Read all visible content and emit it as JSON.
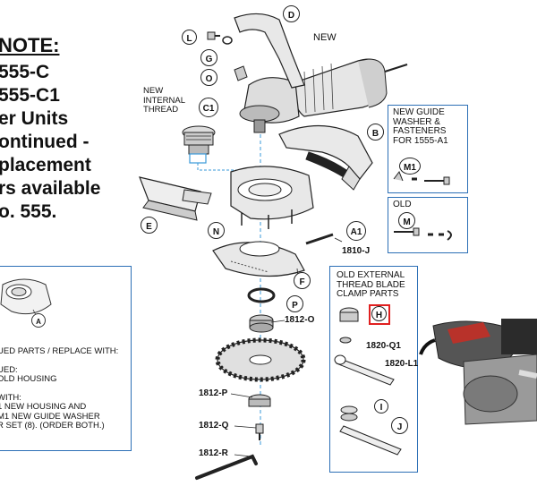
{
  "note": {
    "title": "NOTE:",
    "lines": [
      "555-C",
      "555-C1",
      "er Units",
      "ontinued -",
      "placement",
      "rs available",
      "o. 555."
    ]
  },
  "callouts": {
    "D": "D",
    "L": "L",
    "G": "G",
    "O": "O",
    "C1": "C1",
    "B": "B",
    "M1": "M1",
    "M": "M",
    "E": "E",
    "N": "N",
    "A1": "A1",
    "F": "F",
    "P": "P",
    "H": "H",
    "I": "I",
    "J": "J",
    "A": "A"
  },
  "labels": {
    "new_top": "NEW",
    "new_internal_thread": [
      "NEW",
      "INTERNAL",
      "THREAD"
    ],
    "part_1810J": "1810-J",
    "part_1812O": "1812-O",
    "part_1812P": "1812-P",
    "part_1812Q": "1812-Q",
    "part_1812R": "1812-R",
    "part_1820Q1": "1820-Q1",
    "part_1820L1": "1820-L1"
  },
  "guide_box": {
    "lines": [
      "NEW GUIDE",
      "WASHER &",
      "FASTENERS",
      "FOR 1555-A1"
    ]
  },
  "old_box": {
    "title": "OLD"
  },
  "old_external_box": {
    "lines": [
      "OLD EXTERNAL",
      "THREAD BLADE",
      "CLAMP PARTS"
    ]
  },
  "left_box": {
    "lines": [
      "UED PARTS / REPLACE WITH:",
      "",
      "UED:",
      "OLD HOUSING",
      "",
      "WITH:",
      "1 NEW HOUSING AND",
      "M1 NEW GUIDE WASHER",
      "R SET (8).  (ORDER BOTH.)"
    ]
  },
  "colors": {
    "box_border": "#2c6fb6",
    "highlight": "#e02020"
  }
}
